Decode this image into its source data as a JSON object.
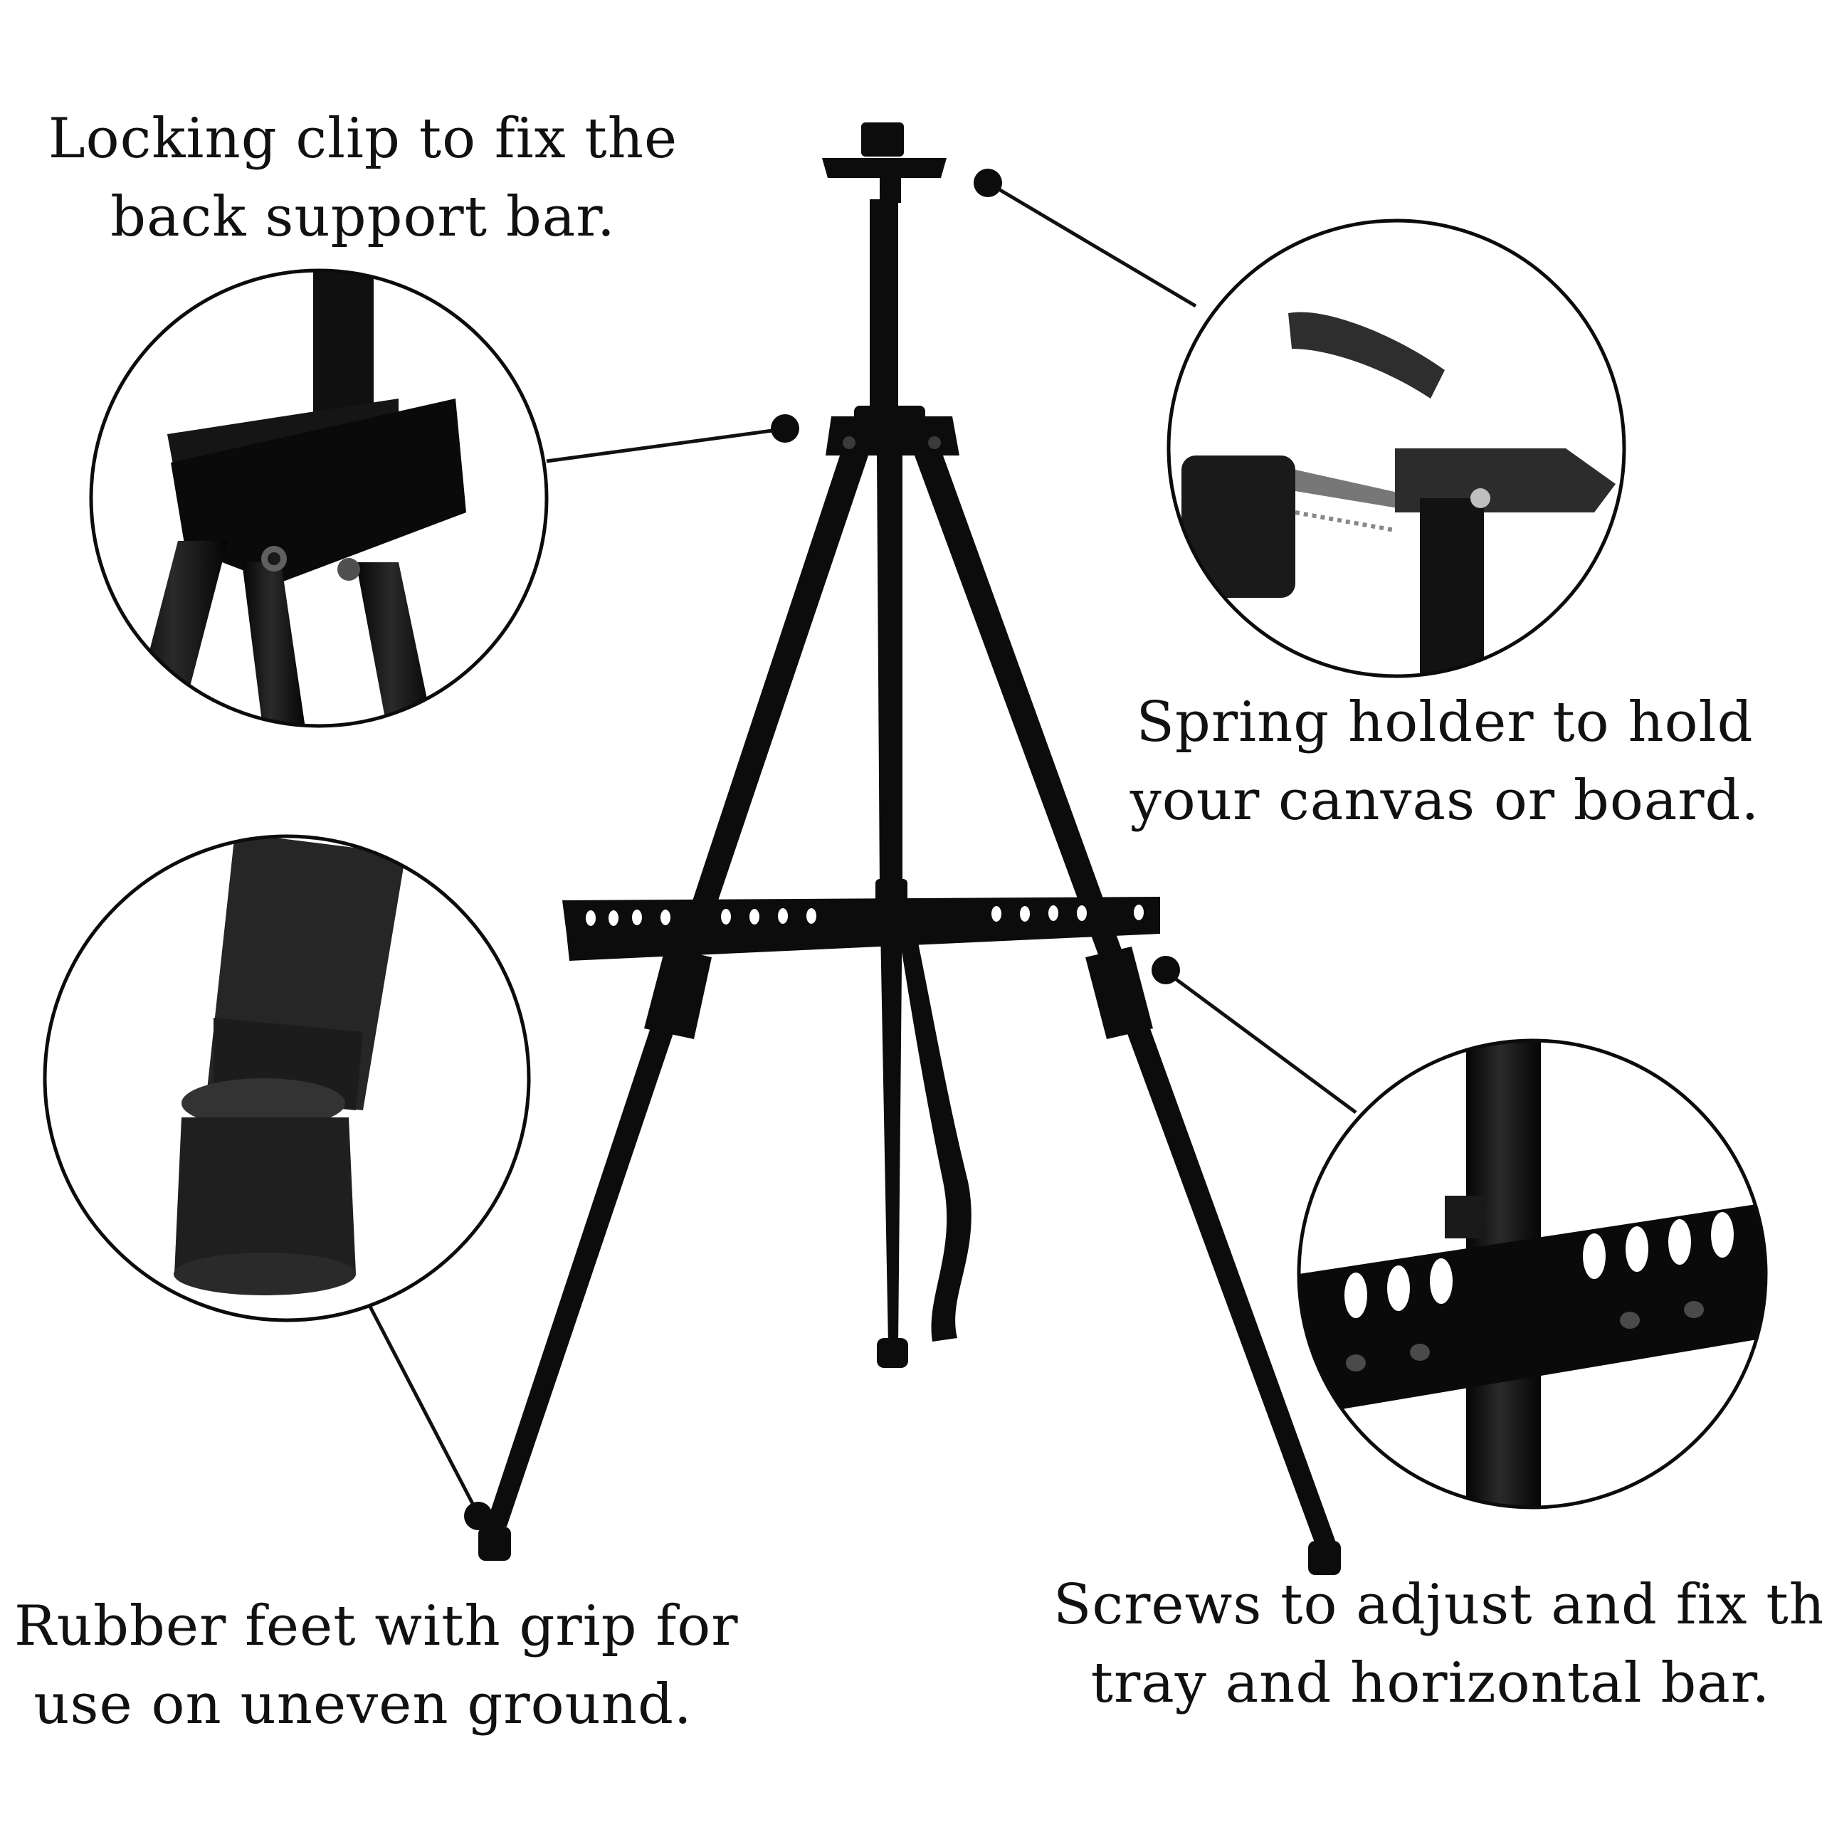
{
  "captions": {
    "locking_clip": {
      "line1": "Locking clip to fix the",
      "line2": "back support bar."
    },
    "spring_holder": {
      "line1": "Spring holder to hold",
      "line2": "your canvas or board."
    },
    "rubber_feet": {
      "line1": "Rubber feet with grip for",
      "line2": "use on uneven ground."
    },
    "screws": {
      "line1": "Screws to adjust and fix the",
      "line2": "tray and horizontal bar."
    }
  },
  "colors": {
    "background": "#ffffff",
    "easel_black": "#0c0c0c",
    "callout_line": "#111111",
    "detail_gray": "#3a3a3a"
  }
}
